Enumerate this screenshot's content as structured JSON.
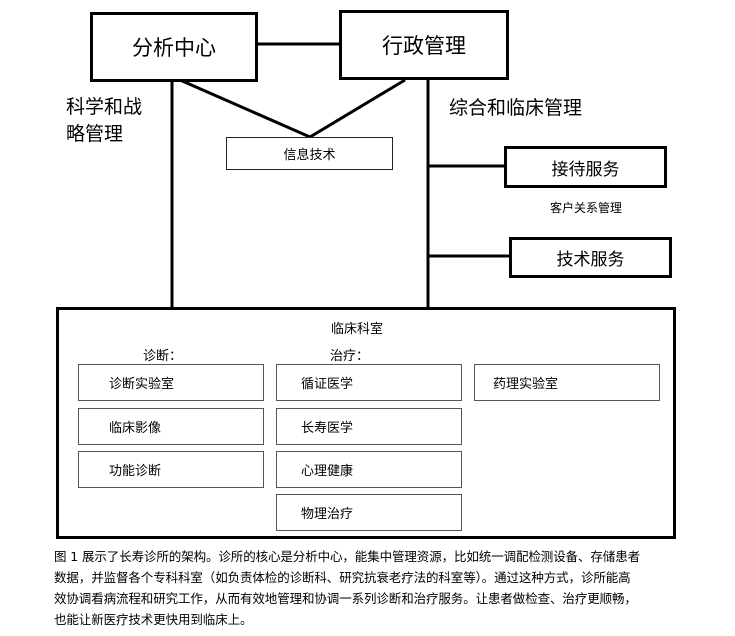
{
  "nodes": {
    "analysis": "分析中心",
    "admin": "行政管理",
    "it": "信息技术",
    "reception": "接待服务",
    "tech_service": "技术服务",
    "clinic": "临床科室"
  },
  "edge_labels": {
    "science_strategy": [
      "科学和战",
      "略管理"
    ],
    "integrated_clinical": "综合和临床管理",
    "crm": "客户关系管理"
  },
  "clinic": {
    "diagnosis_title": "诊断：",
    "treatment_title": "治疗：",
    "diagnosis_items": [
      "诊断实验室",
      "临床影像",
      "功能诊断"
    ],
    "treatment_items": [
      "循证医学",
      "长寿医学",
      "心理健康",
      "物理治疗"
    ],
    "pharmacy": "药理实验室"
  },
  "caption_lines": [
    "图 1 展示了长寿诊所的架构。诊所的核心是分析中心，能集中管理资源，比如统一调配检测设备、存储患者",
    "数据，并监督各个专科科室（如负责体检的诊断科、研究抗衰老疗法的科室等）。通过这种方式，诊所能高",
    "效协调看病流程和研究工作，从而有效地管理和协调一系列诊断和治疗服务。让患者做检查、治疗更顺畅，",
    "也能让新医疗技术更快用到临床上。"
  ]
}
